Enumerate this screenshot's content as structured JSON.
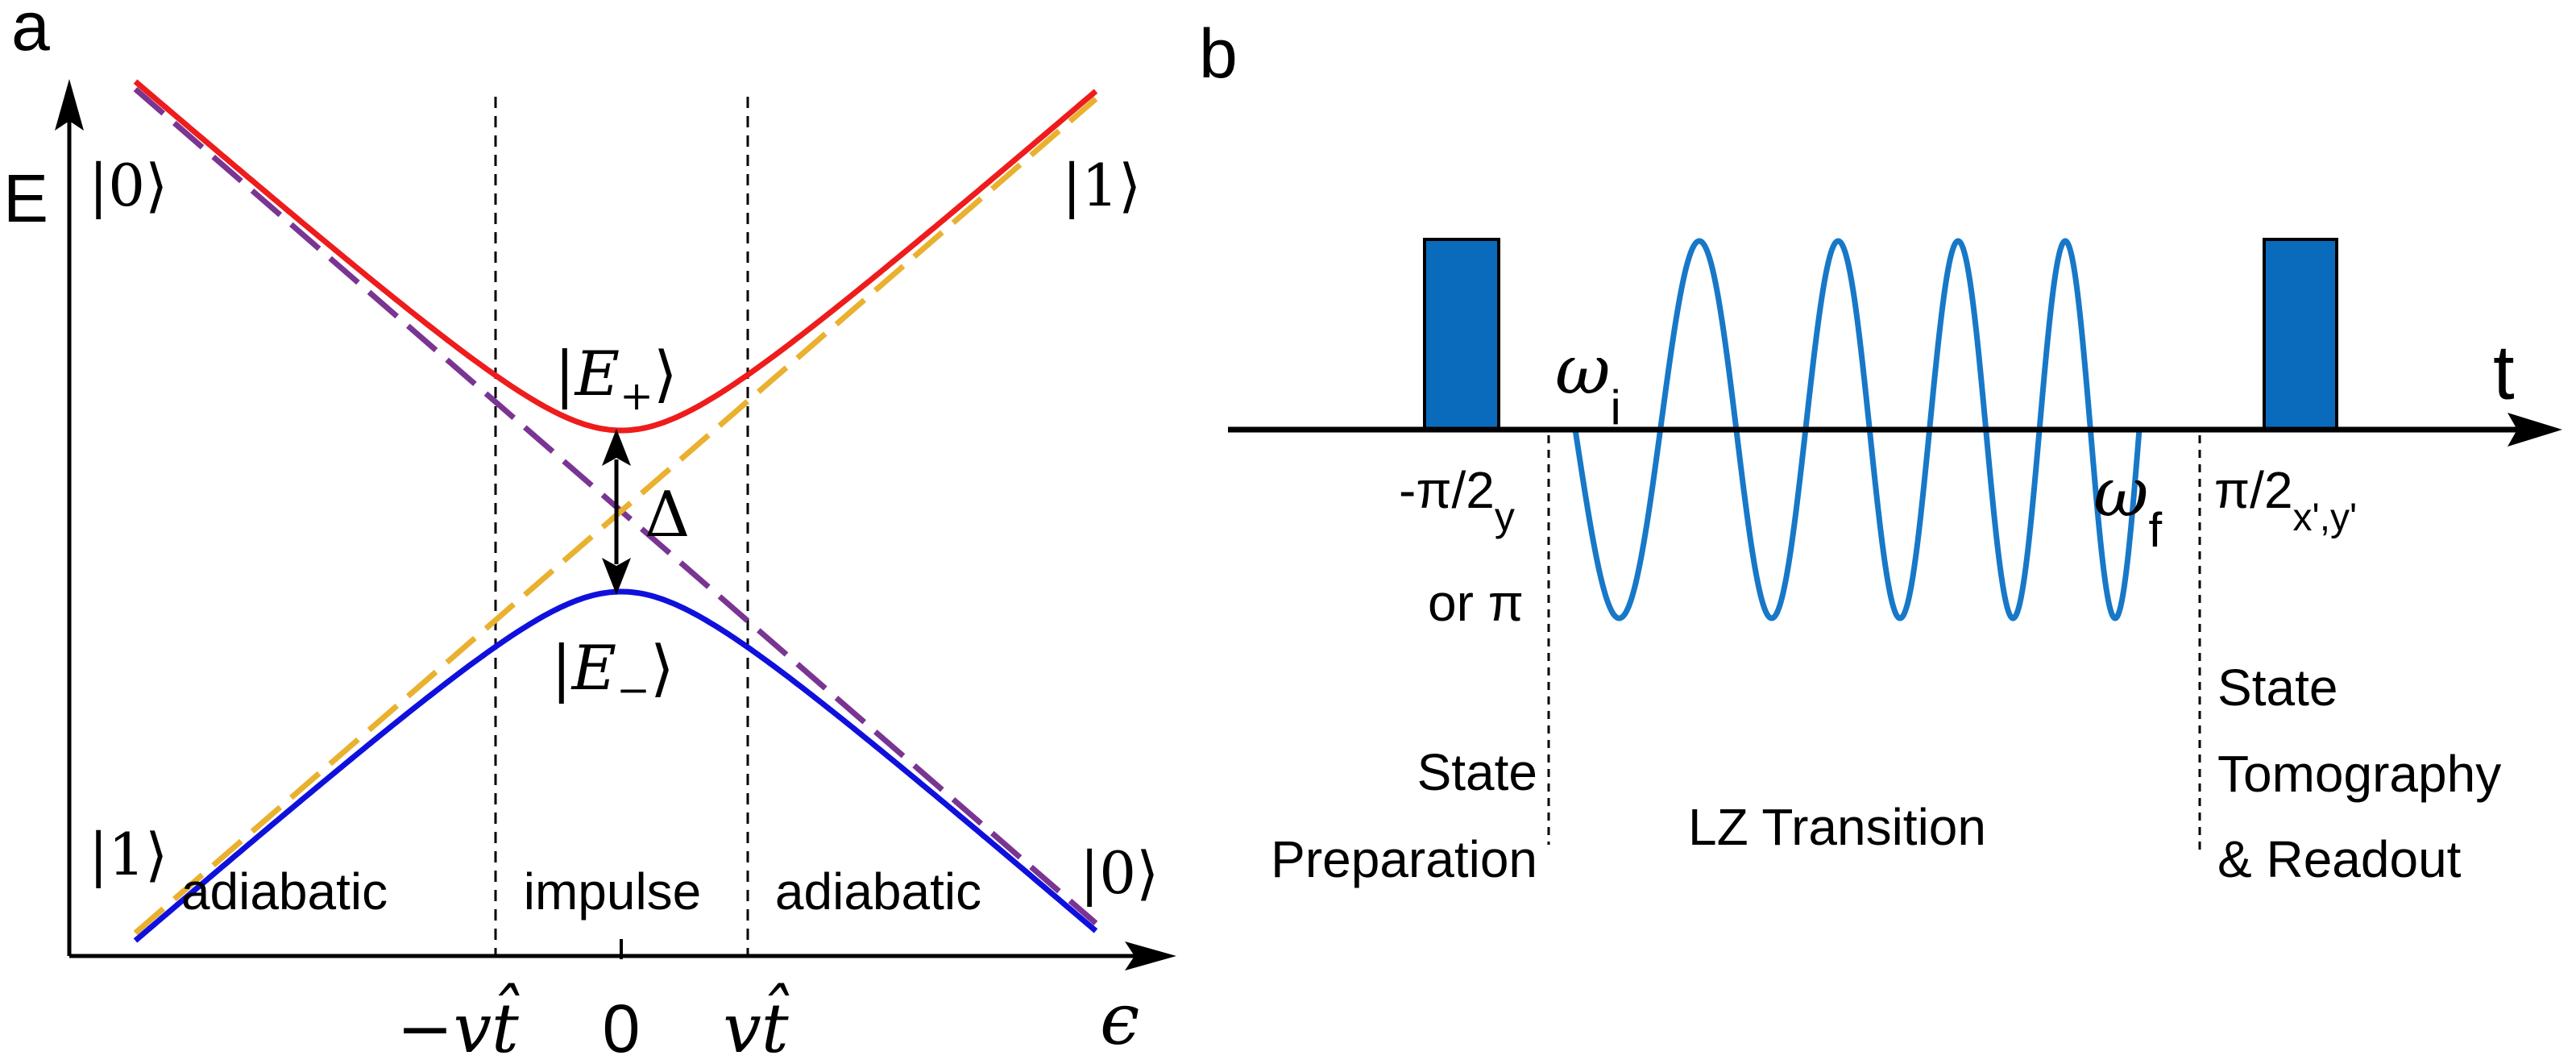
{
  "panel_a": {
    "letter": "a",
    "axis_y": "E",
    "axis_x": "ϵ",
    "state_top_left": "|0⟩",
    "state_top_right": "|1⟩",
    "state_bottom_left": "|1⟩",
    "state_bottom_right": "|0⟩",
    "upper_level": "|E",
    "upper_sub": "+",
    "lower_level": "|E",
    "lower_sub": "−",
    "gap": "Δ",
    "region_left": "adiabatic",
    "region_middle": "impulse",
    "region_right": "adiabatic",
    "tick_minus_t": "−vt̂",
    "tick_zero": "0",
    "tick_plus_t": "vt̂",
    "colors": {
      "upper_curve": "#ee1c1c",
      "lower_curve": "#1010dd",
      "diabatic_0": "#7a3592",
      "diabatic_1": "#e9b12f"
    }
  },
  "panel_b": {
    "letter": "b",
    "axis_t": "t",
    "omega": "ω",
    "omega_i_sub": "i",
    "omega_f_sub": "f",
    "pulse_left_main": "-π/2",
    "pulse_left_sub": "y",
    "pulse_left_alt": "or π",
    "pulse_right_main": "π/2",
    "pulse_right_sub": "x',y'",
    "stage_prep_line1": "State",
    "stage_prep_line2": "Preparation",
    "stage_lz": "LZ Transition",
    "stage_tomo_line1": "State",
    "stage_tomo_line2": "Tomography",
    "stage_tomo_line3": "& Readout",
    "colors": {
      "pulse": "#0a6bbd",
      "chirp": "#1878c8"
    }
  }
}
